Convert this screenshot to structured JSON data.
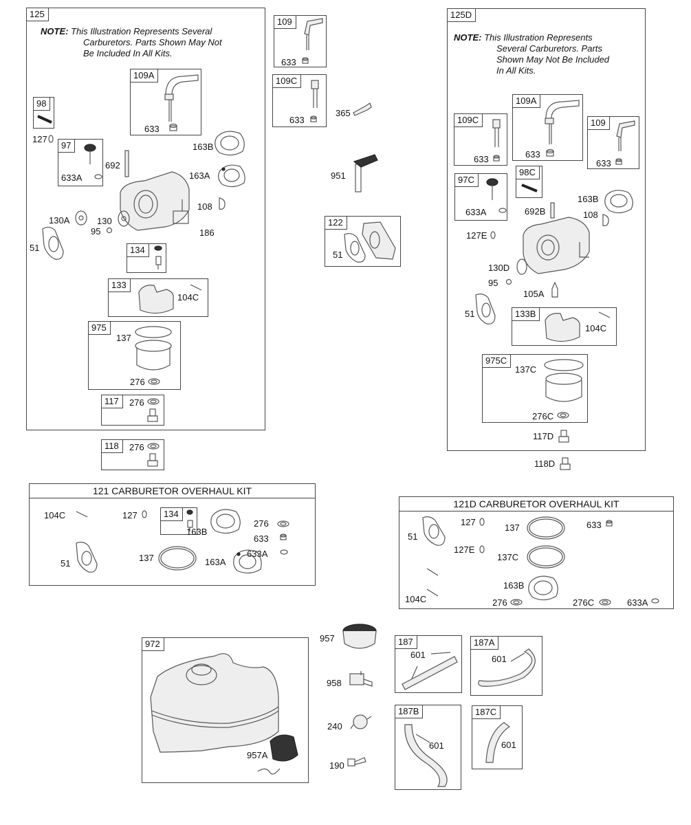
{
  "title": "Carburetor and Fuel Tank Parts Diagram",
  "note_text": {
    "prefix": "NOTE:",
    "body_125": "This Illustration Represents Several Carburetors. Parts Shown May Not Be Included In All Kits.",
    "body_125d": "This Illustration Represents Several Carburetors. Parts Shown May Not Be Included In All Kits."
  },
  "panel_125": {
    "tag": "125",
    "note_lines": [
      "This Illustration Represents Several",
      "Carburetors. Parts Shown May Not",
      "Be Included In All Kits."
    ],
    "sub_109a": {
      "tag": "109A",
      "part": "633"
    },
    "sub_98": {
      "tag": "98"
    },
    "sub_97": {
      "tag": "97",
      "part": "633A"
    },
    "sub_134": {
      "tag": "134"
    },
    "sub_133": {
      "tag": "133",
      "part": "104C"
    },
    "sub_975": {
      "tag": "975",
      "part1": "137",
      "part2": "276"
    },
    "sub_117": {
      "tag": "117",
      "part": "276"
    },
    "labels": {
      "p127": "127",
      "p692": "692",
      "p163b": "163B",
      "p163a": "163A",
      "p108": "108",
      "p186": "186",
      "p130a": "130A",
      "p130": "130",
      "p95": "95",
      "p51": "51"
    }
  },
  "box_118": {
    "tag": "118",
    "part": "276"
  },
  "middle": {
    "sub_109": {
      "tag": "109",
      "part": "633"
    },
    "sub_109c": {
      "tag": "109C",
      "part": "633"
    },
    "p365": "365",
    "p951": "951",
    "sub_122": {
      "tag": "122",
      "part": "51"
    }
  },
  "panel_125d": {
    "tag": "125D",
    "note_lines": [
      "This Illustration Represents",
      "Several Carburetors. Parts",
      "Shown May Not Be Included",
      "In All Kits."
    ],
    "sub_109c": {
      "tag": "109C",
      "part": "633"
    },
    "sub_109a": {
      "tag": "109A",
      "part": "633"
    },
    "sub_109": {
      "tag": "109",
      "part": "633"
    },
    "sub_97c": {
      "tag": "97C",
      "part": "633A"
    },
    "sub_98c": {
      "tag": "98C"
    },
    "sub_133b": {
      "tag": "133B",
      "part": "104C"
    },
    "sub_975c": {
      "tag": "975C",
      "part1": "137C",
      "part2": "276C"
    },
    "labels": {
      "p692b": "692B",
      "p163b": "163B",
      "p108": "108",
      "p127e": "127E",
      "p130d": "130D",
      "p95": "95",
      "p105a": "105A",
      "p51": "51",
      "p117d": "117D"
    }
  },
  "p118d": "118D",
  "kit_121": {
    "title": "121 CARBURETOR OVERHAUL KIT",
    "sub_134": "134",
    "labels": {
      "p104c": "104C",
      "p127": "127",
      "p163b": "163B",
      "p276": "276",
      "p633": "633",
      "p633a": "633A",
      "p51": "51",
      "p137": "137",
      "p163a": "163A"
    }
  },
  "kit_121d": {
    "title": "121D CARBURETOR OVERHAUL KIT",
    "labels": {
      "p51": "51",
      "p127": "127",
      "p137": "137",
      "p633": "633",
      "p127e": "127E",
      "p137c": "137C",
      "p163b": "163B",
      "p104c": "104C",
      "p276": "276",
      "p276c": "276C",
      "p633a": "633A"
    }
  },
  "tank": {
    "sub_972": {
      "tag": "972",
      "part": "957A"
    },
    "p957": "957",
    "p958": "958",
    "p240": "240",
    "p190": "190"
  },
  "hoses": {
    "sub_187": {
      "tag": "187",
      "part": "601"
    },
    "sub_187a": {
      "tag": "187A",
      "part": "601"
    },
    "sub_187b": {
      "tag": "187B",
      "part": "601"
    },
    "sub_187c": {
      "tag": "187C",
      "part": "601"
    }
  }
}
